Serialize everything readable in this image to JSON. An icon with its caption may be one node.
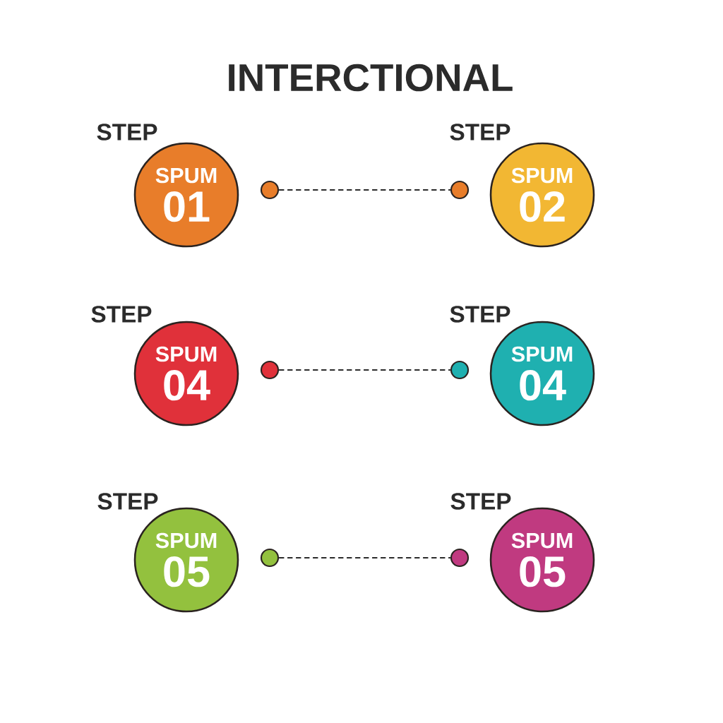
{
  "diagram": {
    "title": "INTERCTIONAL",
    "nodes": [
      {
        "text": [
          "STEP",
          "SPUM",
          "01"
        ]
      },
      {
        "text": [],
        "shape": "circle"
      },
      {
        "text": [],
        "shape": "circle"
      },
      {
        "text": [
          "STEP",
          "SPUM",
          "02"
        ]
      },
      {
        "text": [
          "STEP",
          "SPUM",
          "04"
        ]
      },
      {
        "text": [],
        "shape": "circle"
      },
      {
        "text": [],
        "shape": "circle"
      },
      {
        "text": [
          "STEP",
          "SPUM",
          "04"
        ]
      },
      {
        "text": [
          "STEP",
          "SPUM",
          "05"
        ]
      },
      {
        "text": [],
        "shape": "circle"
      },
      {
        "text": [],
        "shape": "circle"
      },
      {
        "text": [
          "STEP",
          "SPUM",
          "05"
        ]
      }
    ],
    "edges": [
      {
        "from": 1,
        "to": 2,
        "arrow": "none",
        "style": "dashed"
      },
      {
        "from": 5,
        "to": 6,
        "arrow": "none",
        "style": "dashed"
      },
      {
        "from": 9,
        "to": 10,
        "arrow": "none",
        "style": "dashed"
      }
    ]
  }
}
